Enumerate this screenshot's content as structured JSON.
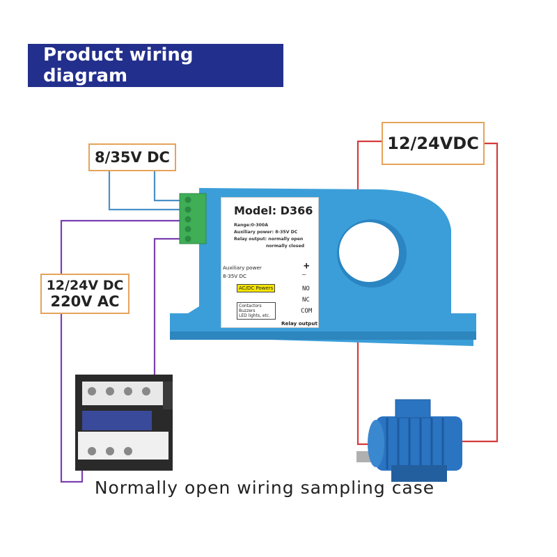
{
  "header": {
    "title": "Product wiring diagram"
  },
  "labels": {
    "dc_8_35": "8/35V DC",
    "vdc_12_24": "12/24VDC",
    "mid_line1": "12/24V DC",
    "mid_line2": "220V AC"
  },
  "panel": {
    "model": "Model: D366",
    "range": "Range:0-300A",
    "aux_power": "Auxiliary power: 8-35V DC",
    "relay_output": "Relay output: normally open",
    "relay_output_2": "normally closed",
    "aux_power_label": "Auxiliary power",
    "aux_voltage": "8-35V DC",
    "ac_dc_powers": "AC/DC Powers",
    "loads_line1": "Contactors",
    "loads_line2": "Buzzers",
    "loads_line3": "LED lights, etc.",
    "relay_output_label": "Relay output",
    "term_plus": "+",
    "term_minus": "—",
    "term_no": "NO",
    "term_nc": "NC",
    "term_com": "COM"
  },
  "caption": "Normally open wiring sampling case",
  "colors": {
    "banner": "#232f8c",
    "sensor_body": "#3b9ed8",
    "wire_blue": "#4a90c8",
    "wire_purple": "#7a3fb0",
    "wire_red": "#d43a3a",
    "label_border": "#e5a35a",
    "terminal_green": "#3fae57"
  }
}
